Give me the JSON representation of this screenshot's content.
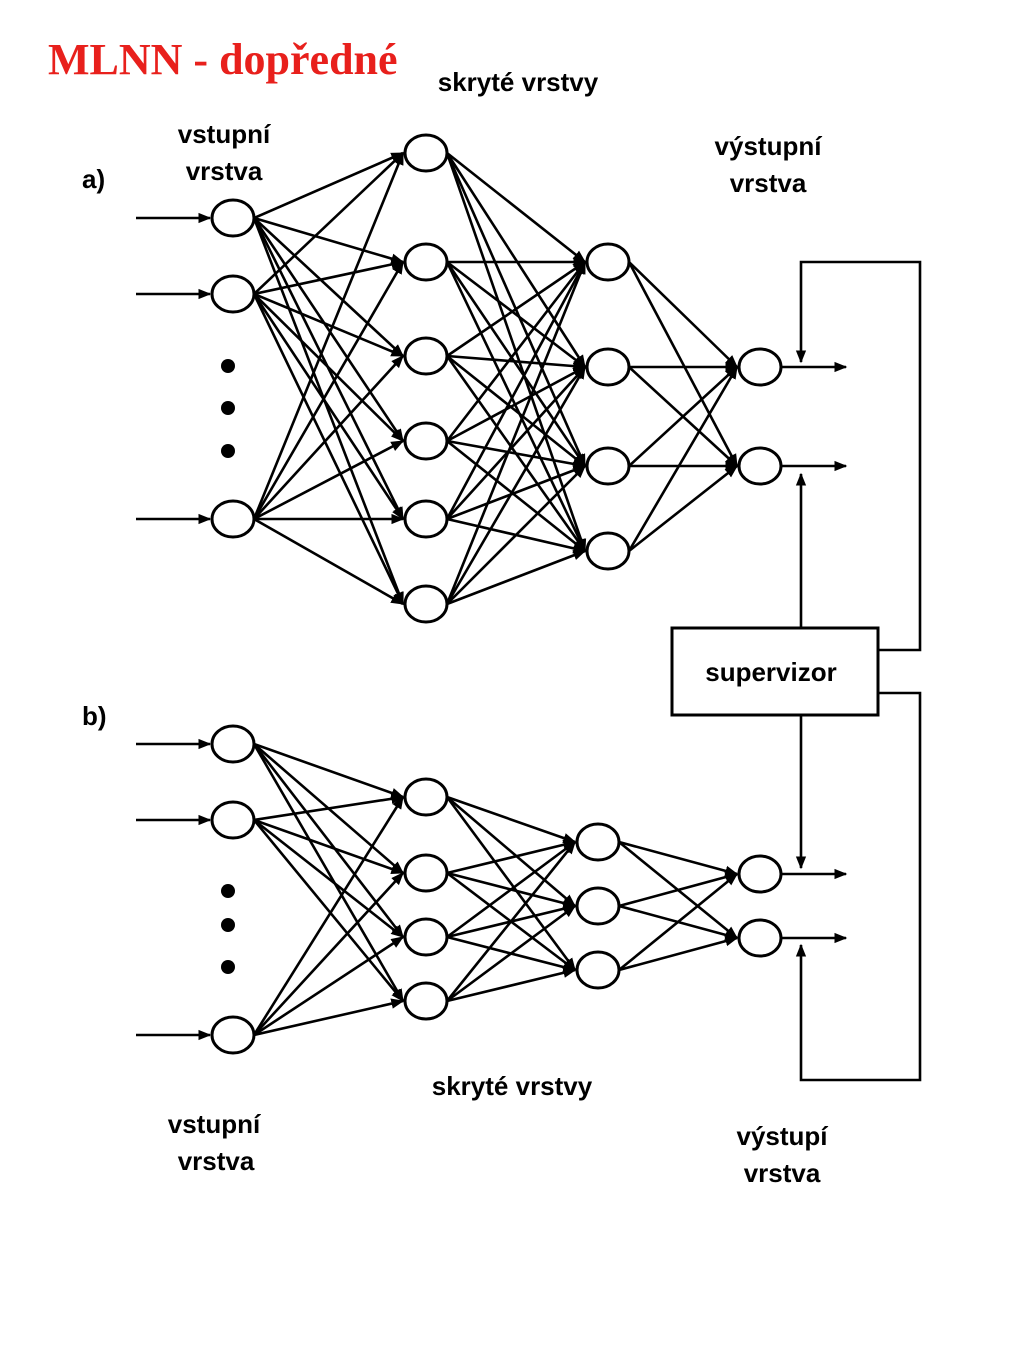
{
  "title": {
    "text": "MLNN - dopředné",
    "color": "#e8201c"
  },
  "network_a": {
    "tag": "a)",
    "hidden_label": "skryté vrstvy",
    "input_label": [
      "vstupní",
      "vrstva"
    ],
    "output_label": [
      "výstupní",
      "vrstva"
    ],
    "layer_sizes": [
      3,
      6,
      4,
      2
    ],
    "inputs_skipped_marker": "ellipsis-dots"
  },
  "network_b": {
    "tag": "b)",
    "hidden_label": "skryté vrstvy",
    "input_label": [
      "vstupní",
      "vrstva"
    ],
    "output_label": [
      "výstupí",
      "vrstva"
    ],
    "layer_sizes": [
      3,
      4,
      3,
      2
    ],
    "inputs_skipped_marker": "ellipsis-dots"
  },
  "supervisor": {
    "label": "supervizor"
  }
}
